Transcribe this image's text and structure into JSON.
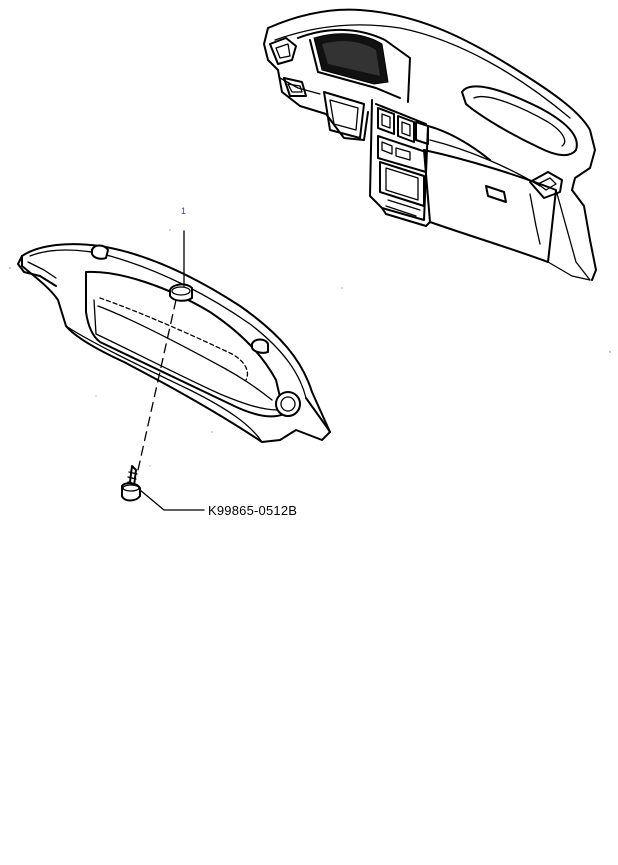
{
  "callouts": {
    "item_1": "1"
  },
  "labels": {
    "screw_part_number": "K99865-0512B"
  },
  "parts": {
    "dashboard": "dashboard-assembly",
    "cluster_bezel": "instrument-cluster-bezel",
    "screw": "screw"
  },
  "colors": {
    "line": "#000000",
    "callout_text": "#2a3fb8",
    "background": "#ffffff"
  }
}
